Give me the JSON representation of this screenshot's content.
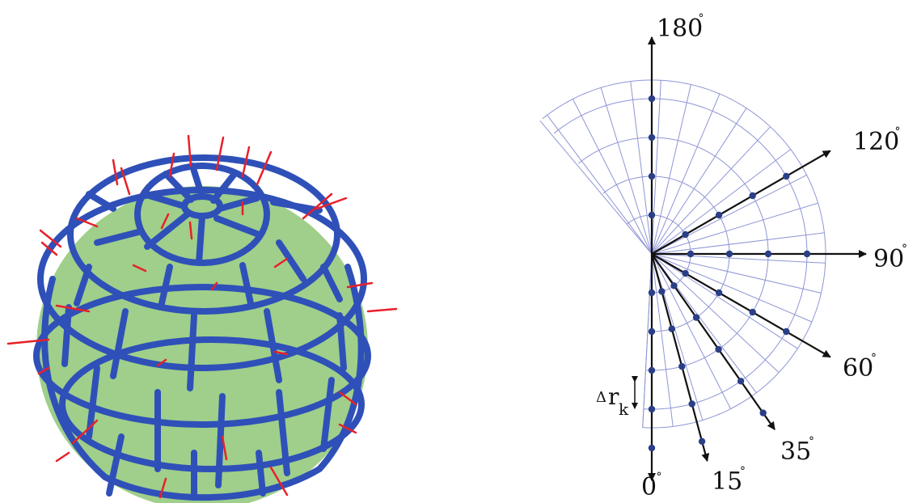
{
  "colors": {
    "sphere_fill": "#9fcf8a",
    "grid_line": "#2f50b8",
    "normal": "#e8202a",
    "polar_grid": "#8e96d6",
    "axis": "#111111",
    "point": "#2b3f87"
  },
  "polar": {
    "angles": [
      {
        "deg": 0,
        "label": "0"
      },
      {
        "deg": 15,
        "label": "15"
      },
      {
        "deg": 35,
        "label": "35"
      },
      {
        "deg": 60,
        "label": "60"
      },
      {
        "deg": 90,
        "label": "90"
      },
      {
        "deg": 120,
        "label": "120"
      },
      {
        "deg": 180,
        "label": "180"
      }
    ],
    "degree_symbol": "°",
    "delta_symbol": "Δ",
    "r_symbol": "r",
    "r_subscript": "k"
  }
}
